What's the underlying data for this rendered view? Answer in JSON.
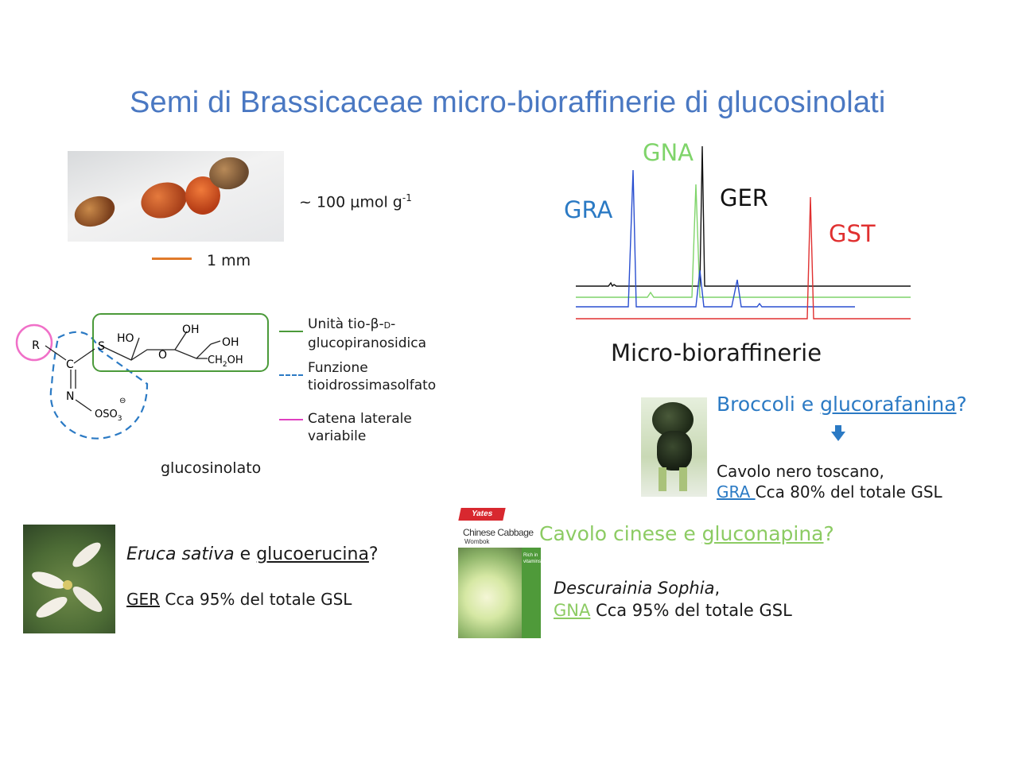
{
  "slide": {
    "title": "Semi di Brassicaceae micro-bioraffinerie di glucosinolati"
  },
  "seeds": {
    "concentration_prefix": "~ 100 ",
    "concentration_unit": "μmol g",
    "concentration_exp": "-1",
    "scale_label": "1 mm"
  },
  "structure": {
    "R": "R",
    "S": "S",
    "C": "C",
    "N": "N",
    "oso3": "OSO",
    "oso3_sub": "3",
    "charge": "⊖",
    "HO": "HO",
    "OH_top": "OH",
    "OH_right": "OH",
    "O_ring": "O",
    "CH2OH": "CH",
    "CH2OH_sub": "2",
    "CH2OH_tail": "OH",
    "caption": "glucosinolato",
    "legend": [
      {
        "line1": "Unità tio-β-",
        "small": "D",
        "line1b": "-",
        "line2": "glucopiranosidica",
        "color": "#4b9a3a"
      },
      {
        "line1": "Funzione",
        "line2": "tioidrossimasolfato",
        "color": "#2b7ac4"
      },
      {
        "line1": "Catena laterale",
        "line2": "variabile",
        "color": "#e040c0"
      }
    ]
  },
  "chromatogram": {
    "labels": {
      "GNA": "GNA",
      "GER": "GER",
      "GRA": "GRA",
      "GST": "GST"
    },
    "colors": {
      "GNA": "#7fd46a",
      "GER": "#111111",
      "GRA": "#2a4fd0",
      "GST": "#e03030"
    },
    "caption": "Micro-bioraffinerie"
  },
  "broccoli": {
    "q_text1": "Broccoli e ",
    "q_link": "glucorafanina",
    "q_text2": "?",
    "arrow": "🡇",
    "line1": "Cavolo nero toscano,",
    "abbr": "GRA ",
    "line2_rest": "Cca 80% del totale GSL"
  },
  "eruca": {
    "q_italic": "Eruca sativa",
    "q_text": " e ",
    "q_link": "glucoerucina",
    "q_end": "?",
    "abbr": "GER",
    "line_rest": " Cca 95% del totale GSL"
  },
  "cabbage": {
    "brand": "Yates",
    "pack_title": "Chinese Cabbage",
    "pack_sub": "Wombok",
    "pack_badge": "Rich in vitamins",
    "q_text1": "Cavolo cinese e ",
    "q_link": "gluconapina",
    "q_text2": "?",
    "line1": "Descurainia Sophia",
    "line1_end": ",",
    "abbr": "GNA",
    "line2_rest": " Cca 95% del totale GSL"
  }
}
